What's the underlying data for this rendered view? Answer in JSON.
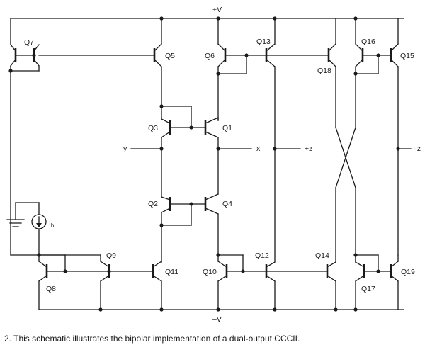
{
  "rails": {
    "positive": "+V",
    "negative": "–V"
  },
  "transistors": {
    "q1": "Q1",
    "q2": "Q2",
    "q3": "Q3",
    "q4": "Q4",
    "q5": "Q5",
    "q6": "Q6",
    "q7": "Q7",
    "q8": "Q8",
    "q9": "Q9",
    "q10": "Q10",
    "q11": "Q11",
    "q12": "Q12",
    "q13": "Q13",
    "q14": "Q14",
    "q15": "Q15",
    "q16": "Q16",
    "q17": "Q17",
    "q18": "Q18",
    "q19": "Q19"
  },
  "terminals": {
    "y": "y",
    "x": "x",
    "z_plus": "+z",
    "z_minus": "–z"
  },
  "source": {
    "label": "I",
    "subscript": "b"
  },
  "caption": "2. This schematic illustrates the bipolar implementation of a dual-output CCCII."
}
